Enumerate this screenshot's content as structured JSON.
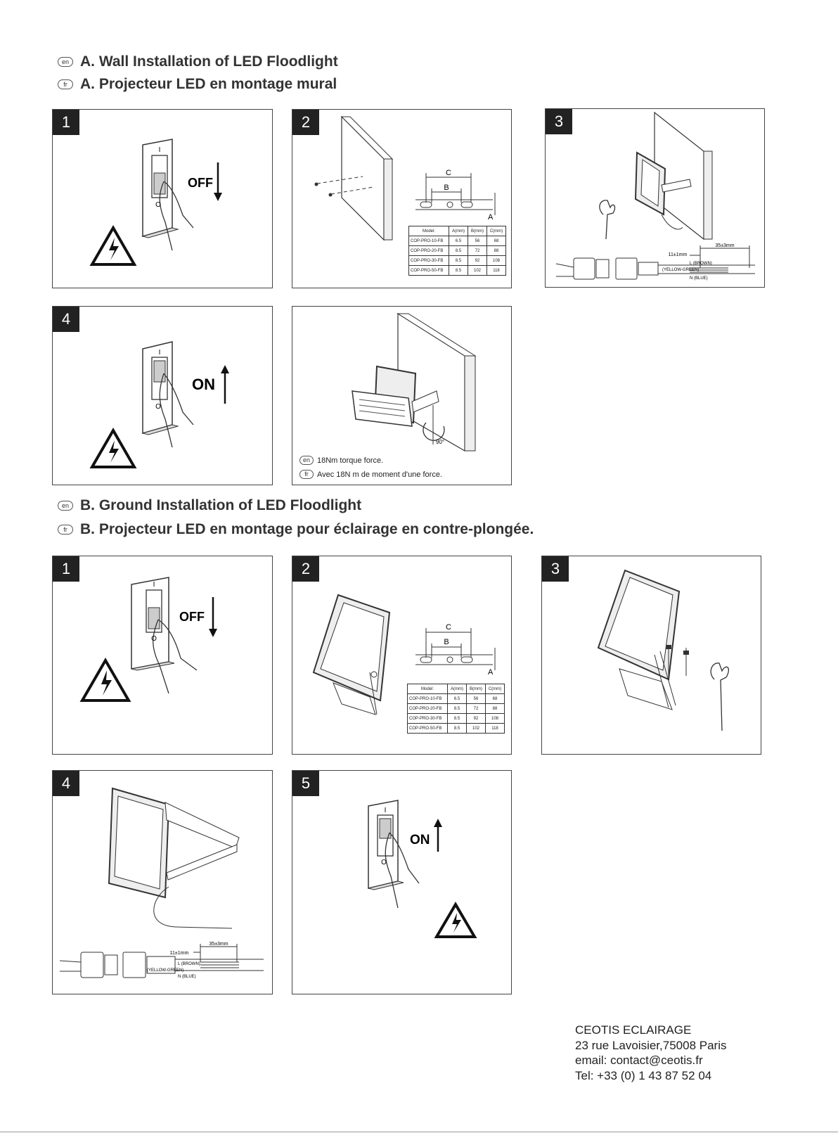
{
  "section_a": {
    "en_code": "en",
    "fr_code": "fr",
    "title_en": "A. Wall Installation of LED Floodlight",
    "title_fr": "A. Projecteur LED en montage mural",
    "steps": {
      "s1": {
        "number": "1",
        "switch_label": "OFF"
      },
      "s2": {
        "number": "2"
      },
      "s3": {
        "number": "3"
      },
      "s4": {
        "number": "4",
        "switch_label": "ON"
      },
      "s5": {
        "angle": "90°",
        "caption_en": "18Nm torque force.",
        "caption_fr": "Avec 18N m de moment d'une force."
      }
    }
  },
  "section_b": {
    "title_en": "B. Ground Installation of LED Floodlight",
    "title_fr": "B. Projecteur LED en montage pour éclairage en contre-plongée.",
    "steps": {
      "s1": {
        "number": "1",
        "switch_label": "OFF"
      },
      "s2": {
        "number": "2"
      },
      "s3": {
        "number": "3"
      },
      "s4": {
        "number": "4"
      },
      "s5": {
        "number": "5",
        "switch_label": "ON"
      }
    }
  },
  "bracket_dims": {
    "c": "C",
    "b": "B",
    "a": "A"
  },
  "wiring": {
    "strip_outer": "35±3mm",
    "strip_inner": "11±1mm",
    "wire_l": "L (BROWN)",
    "wire_pe": "(YELLOW-GREEN)",
    "wire_n": "N (BLUE)",
    "switch_on_mark": "I",
    "switch_off_mark": "O"
  },
  "spec_table": {
    "headers": [
      "Model:",
      "A(mm)",
      "B(mm)",
      "C(mm)"
    ],
    "rows": [
      [
        "COP-PRO-10-FB",
        "6.5",
        "56",
        "68"
      ],
      [
        "COP-PRO-20-FB",
        "8.5",
        "72",
        "88"
      ],
      [
        "COP-PRO-30-FB",
        "8.5",
        "92",
        "108"
      ],
      [
        "COP-PRO-50-FB",
        "8.5",
        "102",
        "118"
      ]
    ]
  },
  "company": {
    "name": "CEOTIS ECLAIRAGE",
    "address": "23 rue Lavoisier,75008 Paris",
    "email": "email: contact@ceotis.fr",
    "phone": "Tel: +33 (0) 1 43 87 52 04"
  }
}
